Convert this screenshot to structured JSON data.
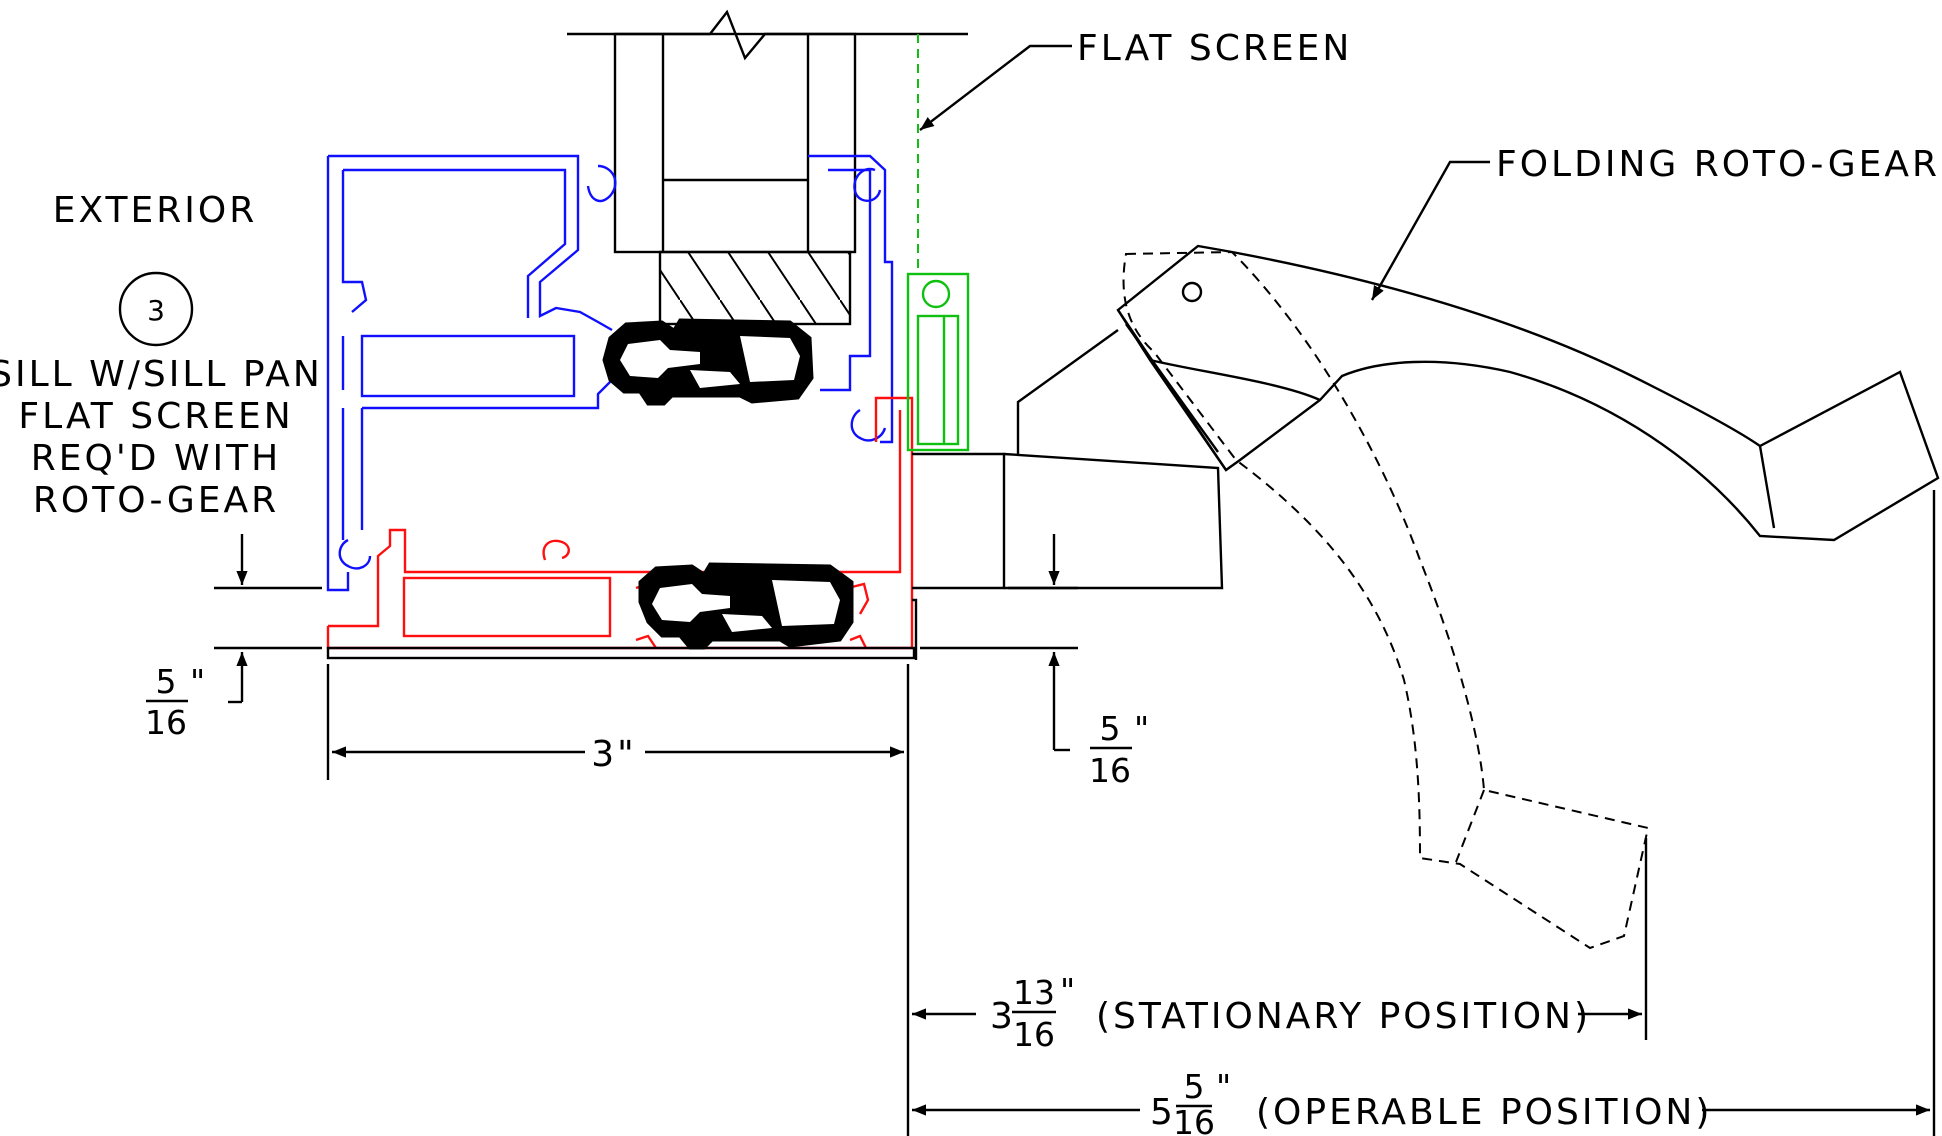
{
  "labels": {
    "flat_screen": "FLAT SCREEN",
    "folding_roto_gear": "FOLDING ROTO-GEAR",
    "exterior": "EXTERIOR",
    "detail_number": "3",
    "note_lines": [
      "SILL W/SILL PAN",
      "FLAT SCREEN",
      "REQ'D WITH",
      "ROTO-GEAR"
    ]
  },
  "dimensions": {
    "left_height": {
      "num": "5",
      "den": "16",
      "unit": "\""
    },
    "right_height": {
      "num": "5",
      "den": "16",
      "unit": "\""
    },
    "width": {
      "text": "3\""
    },
    "stationary": {
      "whole": "3",
      "num": "13",
      "den": "16",
      "unit": "\"",
      "note": "(STATIONARY POSITION)"
    },
    "operable": {
      "whole": "5",
      "num": "5",
      "den": "16",
      "unit": "\"",
      "note": "(OPERABLE POSITION)"
    }
  },
  "colors": {
    "frame": "#1010ff",
    "sash": "#ff1010",
    "screen": "#10c010",
    "linework": "#000000"
  }
}
